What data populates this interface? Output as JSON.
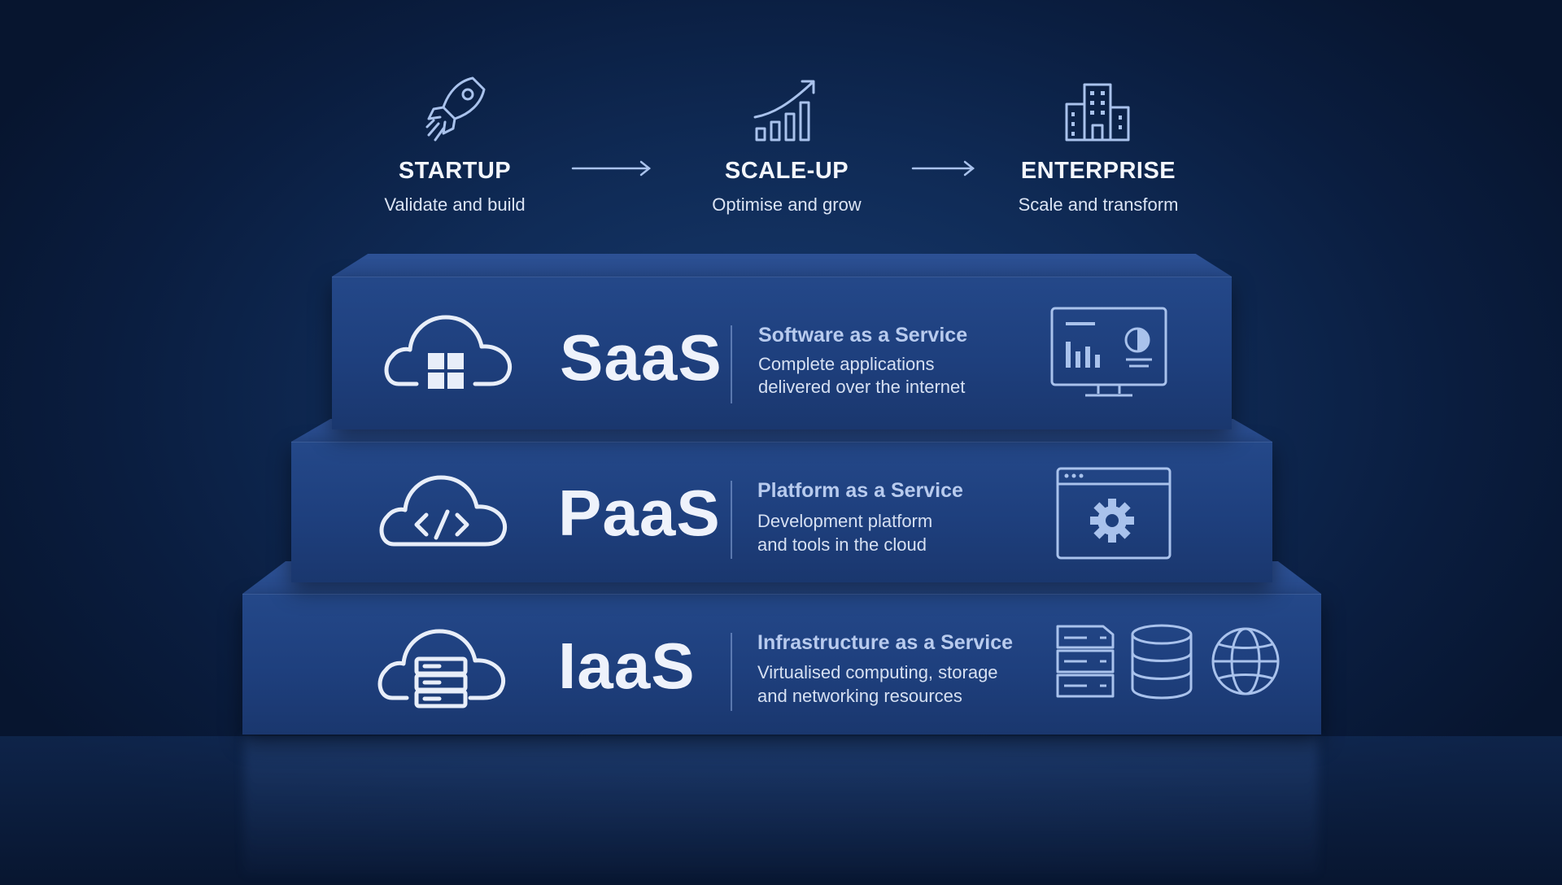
{
  "stages": [
    {
      "title": "STARTUP",
      "subtitle": "Validate and build",
      "icon": "rocket-icon"
    },
    {
      "title": "SCALE-UP",
      "subtitle": "Optimise and grow",
      "icon": "growth-chart-icon"
    },
    {
      "title": "ENTERPRISE",
      "subtitle": "Scale and transform",
      "icon": "office-building-icon"
    }
  ],
  "layers": [
    {
      "label": "SaaS",
      "title": "Software as a Service",
      "lines": [
        "Complete applications",
        "delivered over the internet"
      ],
      "left_icon": "cloud-windows-icon",
      "right_icons": [
        "dashboard-monitor-icon"
      ]
    },
    {
      "label": "PaaS",
      "title": "Platform as a Service",
      "lines": [
        "Development platform",
        "and tools in the cloud"
      ],
      "left_icon": "cloud-code-icon",
      "right_icons": [
        "browser-gear-icon"
      ]
    },
    {
      "label": "IaaS",
      "title": "Infrastructure as a Service",
      "lines": [
        "Virtualised computing, storage",
        "and networking resources"
      ],
      "left_icon": "cloud-server-icon",
      "right_icons": [
        "server-rack-icon",
        "database-icon",
        "globe-icon"
      ]
    }
  ],
  "colors": {
    "background": "#0f2a55",
    "layer_front": "#1e3f7d",
    "icon_stroke": "#a9c2ec",
    "text_title": "#b8cbee"
  }
}
